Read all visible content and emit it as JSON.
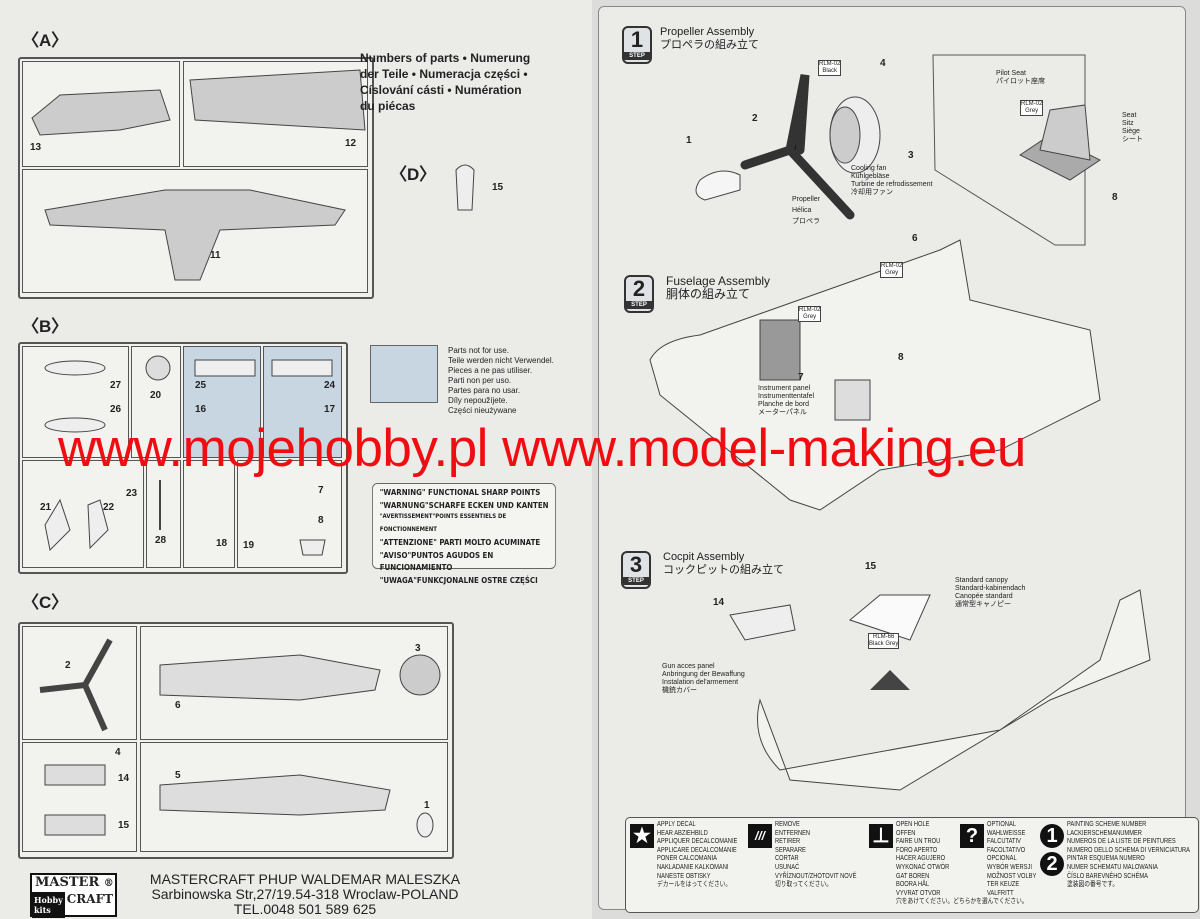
{
  "left": {
    "sections": {
      "a": "A",
      "b": "B",
      "c": "C",
      "d": "D"
    },
    "numbers_heading": [
      "Numbers of parts • Numerung",
      "der Teile • Numeracja części •",
      "Císlování cásti • Numération",
      "du piécas"
    ],
    "parts": {
      "a": [
        "13",
        "12",
        "11"
      ],
      "d": [
        "15"
      ],
      "b": [
        "27",
        "26",
        "20",
        "25",
        "16",
        "24",
        "17",
        "23",
        "21",
        "22",
        "28",
        "18",
        "19",
        "7",
        "8"
      ],
      "c": [
        "2",
        "6",
        "3",
        "4",
        "14",
        "15",
        "5",
        "1"
      ]
    },
    "not_for_use": [
      "Parts not for use.",
      "Teile werden nicht Verwendel.",
      "Pieces a ne pas utiliser.",
      "Parti non per uso.",
      "Partes para no usar.",
      "Díly nepoužíjete.",
      "Części nieużywane"
    ],
    "warning": [
      "\"WARNING\" FUNCTIONAL SHARP POINTS",
      "\"WARNUNG\"SCHARFE ECKEN UND KANTEN",
      "\"AVERTISSEMENT\"POINTS ESSENTIELS DE FONCTIONNEMENT",
      "\"ATTENZIONE\" PARTI MOLTO ACUMINATE",
      "\"AVISO\"PUNTOS AGUDOS EN FUNCIONAMIENTO",
      "\"UWAGA\"FUNKCJONALNE OSTRE CZĘŚCI"
    ],
    "logo": {
      "top": "MASTER",
      "reg": "®",
      "left": "Hobby kits",
      "right": "CRAFT"
    },
    "address": [
      "MASTERCRAFT PHUP WALDEMAR MALESZKA",
      "Sarbinowska Str,27/19.54-318 Wroclaw-POLAND",
      "TEL.0048 501 589 625"
    ]
  },
  "right": {
    "step_word": "STEP",
    "steps": [
      {
        "num": "1",
        "title": "Propeller Assembly",
        "jp": "プロペラの組み立て"
      },
      {
        "num": "2",
        "title": "Fuselage Assembly",
        "jp": "胴体の組み立て"
      },
      {
        "num": "3",
        "title": "Cocpit Assembly",
        "jp": "コックピットの組み立て"
      }
    ],
    "step1": {
      "parts": [
        "1",
        "2",
        "3",
        "4",
        "8"
      ],
      "paint": "RLM-02",
      "paint_sub": "Black",
      "cooling": [
        "Cooling fan",
        "Kühlgebläse",
        "Turbine de refrodissement",
        "冷却用ファン"
      ],
      "propeller": [
        "Propeller",
        "Hélica",
        "プロペラ"
      ],
      "pilot_seat": [
        "Pilot Seat",
        "パイロット座席"
      ],
      "seat_paint": "RLM-02",
      "seat_paint_sub": "Grey",
      "seat": [
        "Seat",
        "Sitz",
        "Siège",
        "シート"
      ]
    },
    "step2": {
      "parts": [
        "6",
        "7",
        "8"
      ],
      "paint": "RLM-02",
      "paint_sub": "Grey",
      "instrument": [
        "Instrument panel",
        "Instrumenttentafel",
        "Planche de bord",
        "メーターパネル"
      ]
    },
    "step3": {
      "parts": [
        "14",
        "15"
      ],
      "paint": "RLM-66",
      "paint_sub": "Black Grey",
      "canopy": [
        "Standard canopy",
        "Standard-kabinendach",
        "Canopée standard",
        "通常型キャノピー"
      ],
      "gun": [
        "Gun acces panel",
        "Anbringung der Bewaffung",
        "Instalation del'armement",
        "機銃カバー"
      ]
    }
  },
  "legend": [
    {
      "icon": "star-icon",
      "glyph": "★",
      "lines": [
        "APPLY DECAL",
        "HEAR ABZIEHBILD",
        "APPLIQUER DECALCOMANIE",
        "APPLICARE DECALCOMANIE",
        "PONER CALCOMANIA",
        "NAKLADANIE KALKOMANI",
        "NANESTE OBTISKY",
        "デカールをはってください。"
      ]
    },
    {
      "icon": "cut-icon",
      "glyph": "///",
      "lines": [
        "REMOVE",
        "ENTFERNEN",
        "RETIRER",
        "SEPARARE",
        "CORTAR",
        "USUNAĆ",
        "VYŘÍZNOUT/ZHOTOVIT NOVÉ",
        "切り取ってください。"
      ]
    },
    {
      "icon": "drill-icon",
      "glyph": "⊥",
      "lines": [
        "OPEN HOLE",
        "OFFEN",
        "FAIRE UN TROU",
        "FORO APERTO",
        "HACER AGUJERO",
        "WYKONAĆ OTWÓR",
        "GAT BOREN",
        "BOORA HÅL",
        "VYVRAT OTVOR",
        "穴をあけてください。どちらかを選んでください。"
      ]
    },
    {
      "icon": "question-icon",
      "glyph": "?",
      "lines": [
        "OPTIONAL",
        "WAHLWEISSE",
        "FALCUTATIV",
        "FACOLTATIVO",
        "OPCIONAL",
        "WYBÓR WERSJI",
        "MOŽNOST VOLBY",
        "TER KEUZE",
        "VALFRITT"
      ]
    },
    {
      "icon": "painting-scheme-icon",
      "glyph": "1",
      "glyph2": "2",
      "lines": [
        "PAINTING SCHEME NUMBER",
        "LACKIERSCHEMANUMMER",
        "NUMEROS DE LA LISTE DE PEINTURES",
        "NUMERO DELLO SCHEMA DI VERNICIATURA",
        "PINTAR ESQUEMA NUMERO",
        "NUMER SCHEMATU MALOWANIA",
        "ČÍSLO BAREVNÉHO SCHÉMA",
        "塗装図の番号です。"
      ]
    }
  ],
  "watermark": "www.mojehobby.pl www.model-making.eu",
  "colors": {
    "watermark": "#f00d12",
    "unused_parts": "#c8d6e2",
    "paper": "#ebebe8"
  }
}
